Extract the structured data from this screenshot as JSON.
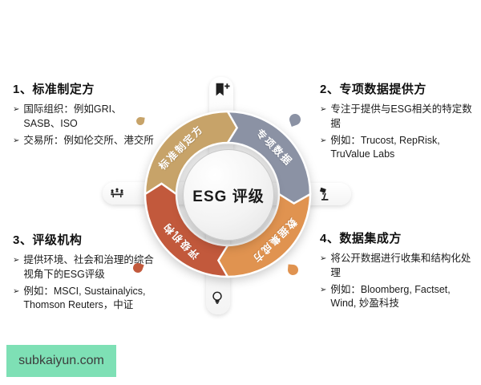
{
  "ui": {
    "bullet_marker": "➢"
  },
  "diagram": {
    "center_label": "ESG 评级",
    "segments": [
      {
        "position": "top-left",
        "label": "标准制定方",
        "color": "#C7A369"
      },
      {
        "position": "top-right",
        "label": "专项数据",
        "color": "#8B92A4"
      },
      {
        "position": "bottom-right",
        "label": "数据集成方",
        "color": "#E09350"
      },
      {
        "position": "bottom-left",
        "label": "评级机构",
        "color": "#C2593C"
      }
    ],
    "icons": {
      "top": "bookmark-add-icon",
      "right": "desk-lamp-icon",
      "bottom": "lightbulb-icon",
      "left": "meeting-icon"
    }
  },
  "blocks": [
    {
      "title": "1、标准制定方",
      "bullets": [
        "国际组织：例如GRI、SASB、ISO",
        "交易所：例如伦交所、港交所"
      ]
    },
    {
      "title": "2、专项数据提供方",
      "bullets": [
        "专注于提供与ESG相关的特定数据",
        "例如：Trucost, RepRisk, TruValue Labs"
      ]
    },
    {
      "title": "3、评级机构",
      "bullets": [
        "提供环境、社会和治理的综合视角下的ESG评级",
        "例如：MSCI, Sustainalyics, Thomson Reuters，中证"
      ]
    },
    {
      "title": "4、数据集成方",
      "bullets": [
        "将公开数据进行收集和结构化处理",
        "例如：Bloomberg, Factset, Wind, 妙盈科技"
      ]
    }
  ],
  "watermark": {
    "text": "subkaiyun.com",
    "bg_color": "#7EE0B5"
  }
}
